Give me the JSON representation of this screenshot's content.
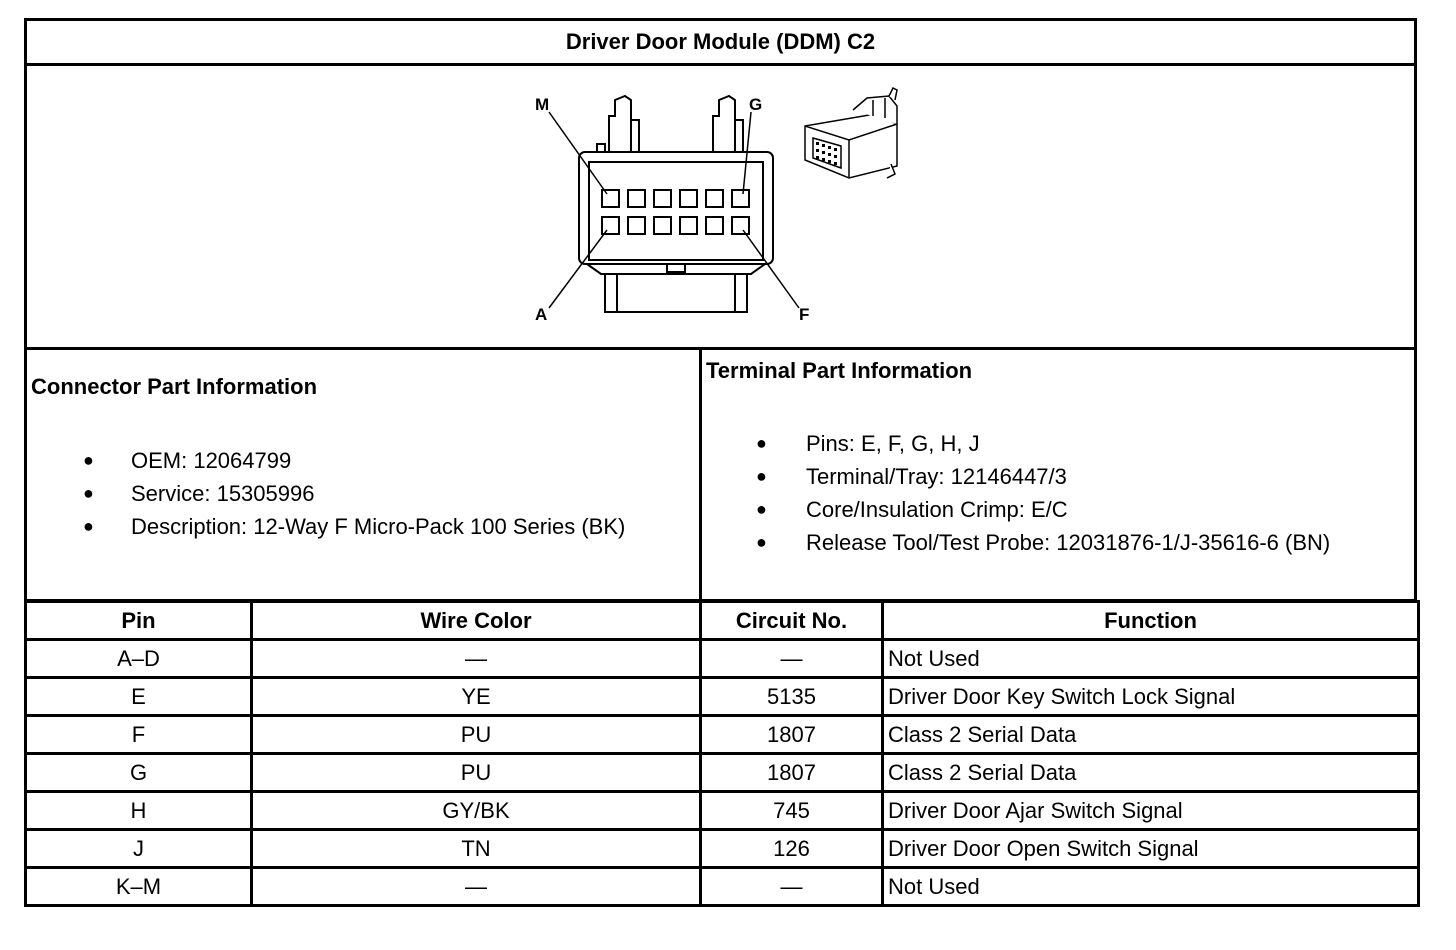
{
  "title": "Driver Door Module (DDM) C2",
  "diagram": {
    "labels": {
      "top_left": "M",
      "top_right": "G",
      "bottom_left": "A",
      "bottom_right": "F"
    }
  },
  "connector_info": {
    "heading": "Connector Part Information",
    "items": [
      "OEM: 12064799",
      "Service: 15305996",
      "Description: 12-Way F Micro-Pack 100 Series (BK)"
    ]
  },
  "terminal_info": {
    "heading": "Terminal Part Information",
    "items": [
      "Pins: E, F, G, H, J",
      "Terminal/Tray: 12146447/3",
      "Core/Insulation Crimp: E/C",
      "Release Tool/Test Probe: 12031876-1/J-35616-6 (BN)"
    ]
  },
  "table": {
    "headers": [
      "Pin",
      "Wire Color",
      "Circuit No.",
      "Function"
    ],
    "rows": [
      [
        "A–D",
        "—",
        "—",
        "Not Used"
      ],
      [
        "E",
        "YE",
        "5135",
        "Driver Door Key Switch Lock Signal"
      ],
      [
        "F",
        "PU",
        "1807",
        "Class 2 Serial Data"
      ],
      [
        "G",
        "PU",
        "1807",
        "Class 2 Serial Data"
      ],
      [
        "H",
        "GY/BK",
        "745",
        "Driver Door Ajar Switch Signal"
      ],
      [
        "J",
        "TN",
        "126",
        "Driver Door Open Switch Signal"
      ],
      [
        "K–M",
        "—",
        "—",
        "Not Used"
      ]
    ]
  }
}
